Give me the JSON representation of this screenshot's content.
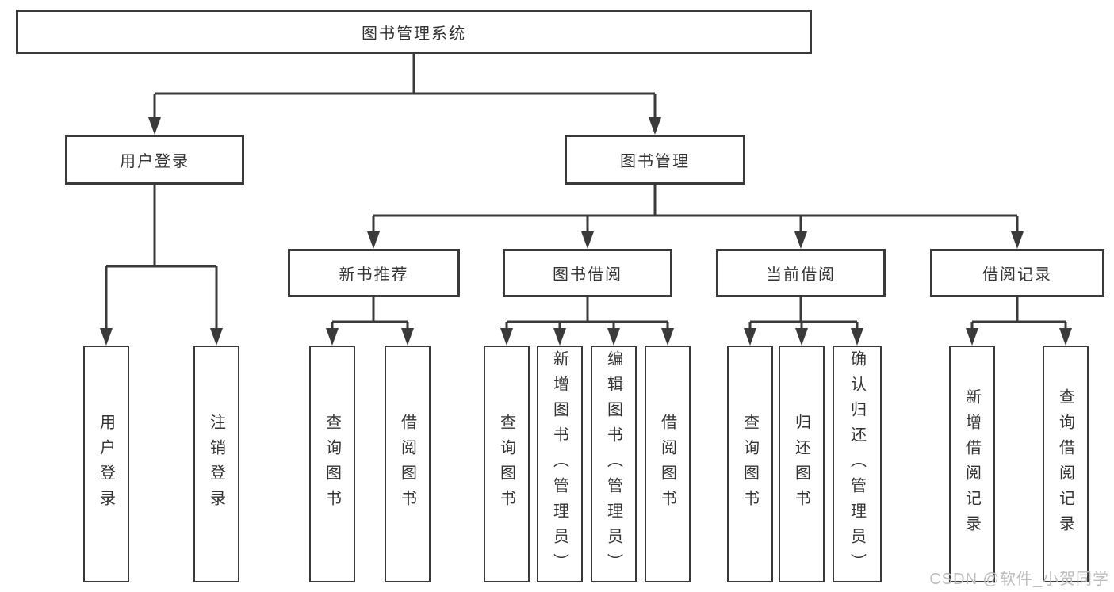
{
  "page": {
    "background": "#ffffff"
  },
  "diagram": {
    "line_color": "#3a3a3a",
    "text_color": "#333333",
    "root": {
      "label": "图书管理系统"
    },
    "branches": [
      {
        "label": "用户登录",
        "leaves": [
          {
            "label": "用户登录"
          },
          {
            "label": "注销登录"
          }
        ]
      },
      {
        "label": "图书管理",
        "groups": [
          {
            "label": "新书推荐",
            "leaves": [
              {
                "label": "查询图书"
              },
              {
                "label": "借阅图书"
              }
            ]
          },
          {
            "label": "图书借阅",
            "leaves": [
              {
                "label": "查询图书"
              },
              {
                "label": "新增图书（管理员）"
              },
              {
                "label": "编辑图书（管理员）"
              },
              {
                "label": "借阅图书"
              }
            ]
          },
          {
            "label": "当前借阅",
            "leaves": [
              {
                "label": "查询图书"
              },
              {
                "label": "归还图书"
              },
              {
                "label": "确认归还（管理员）"
              }
            ]
          },
          {
            "label": "借阅记录",
            "leaves": [
              {
                "label": "新增借阅记录"
              },
              {
                "label": "查询借阅记录"
              }
            ]
          }
        ]
      }
    ]
  },
  "watermark": {
    "text": "CSDN @软件_小贺同学",
    "color": "#bcbcbc"
  }
}
